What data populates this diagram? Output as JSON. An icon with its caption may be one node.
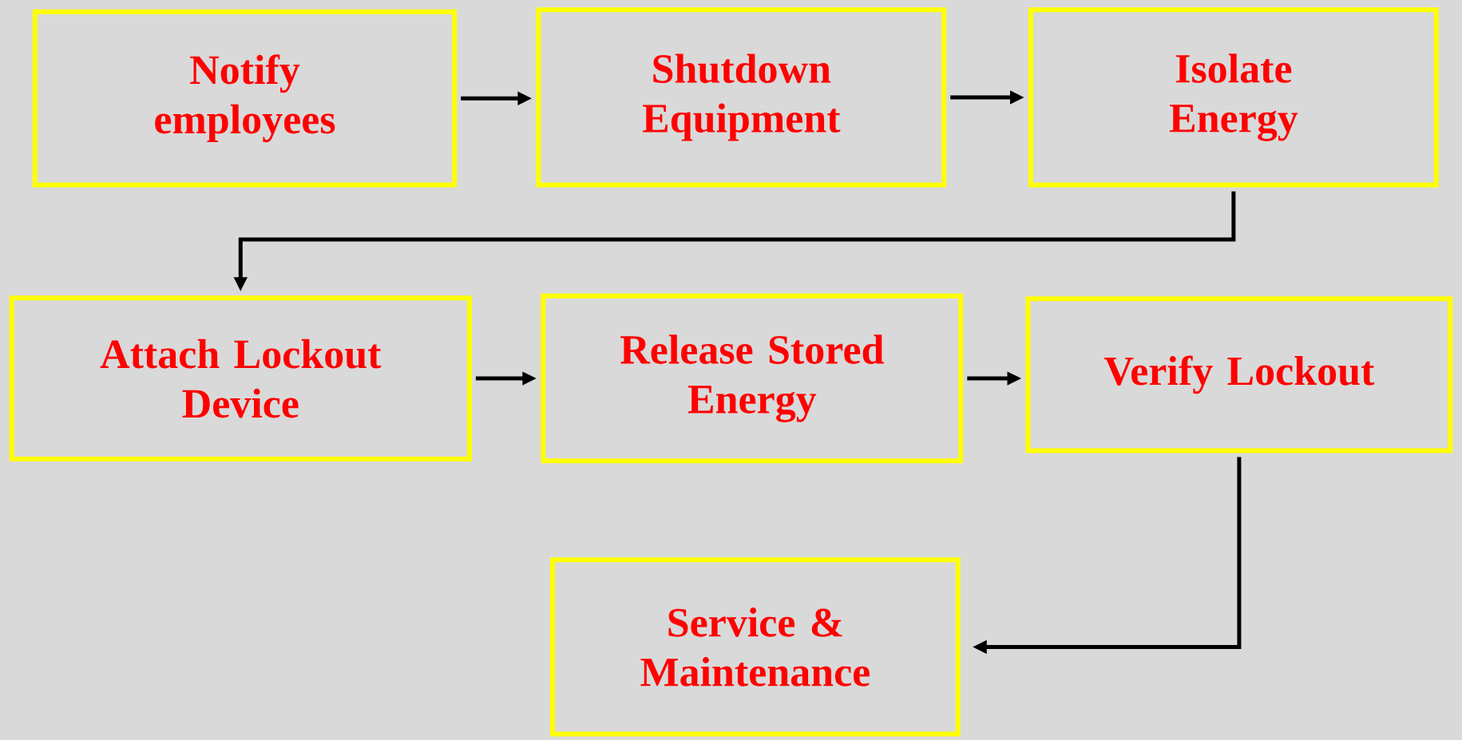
{
  "diagram": {
    "nodes": [
      {
        "text": [
          "Notify employees"
        ]
      },
      {
        "text": [
          "Shutdown Equipment"
        ]
      },
      {
        "text": [
          "Isolate Energy"
        ]
      },
      {
        "text": [
          "Attach Lockout Device"
        ]
      },
      {
        "text": [
          "Release Stored Energy"
        ]
      },
      {
        "text": [
          "Verify Lockout"
        ]
      },
      {
        "text": [
          "Service & Maintenance"
        ]
      }
    ],
    "edges": [
      {
        "from": 0,
        "to": 1,
        "arrow": "to"
      },
      {
        "from": 1,
        "to": 2,
        "arrow": "to"
      },
      {
        "from": 2,
        "to": 3,
        "arrow": "to"
      },
      {
        "from": 3,
        "to": 4,
        "arrow": "to"
      },
      {
        "from": 4,
        "to": 5,
        "arrow": "to"
      },
      {
        "from": 5,
        "to": 6,
        "arrow": "to"
      }
    ]
  }
}
